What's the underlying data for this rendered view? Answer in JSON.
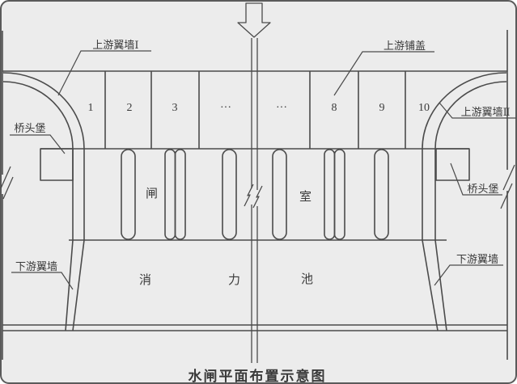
{
  "diagram": {
    "title": "水闸平面布置示意图",
    "labels": {
      "upstream_wing_wall_1": "上游翼墙Ⅰ",
      "upstream_apron": "上游铺盖",
      "upstream_wing_wall_2": "上游翼墙Ⅱ",
      "bridgehead_left": "桥头堡",
      "bridgehead_right": "桥头堡",
      "downstream_wing_wall_left": "下游翼墙",
      "downstream_wing_wall_right": "下游翼墙",
      "gate_chamber_char_left": "闸",
      "gate_chamber_char_right": "室",
      "stilling_basin_char_1": "消",
      "stilling_basin_char_2": "力",
      "stilling_basin_char_3": "池"
    },
    "bay_numbers": [
      "1",
      "2",
      "3",
      "···",
      "···",
      "8",
      "9",
      "10"
    ],
    "icons": {
      "flow_arrow": "hollow-down-arrow"
    },
    "colors": {
      "line": "#4b4b4b",
      "text": "#3a3a3a",
      "background": "#ececec",
      "border": "#5a5a5a"
    }
  }
}
